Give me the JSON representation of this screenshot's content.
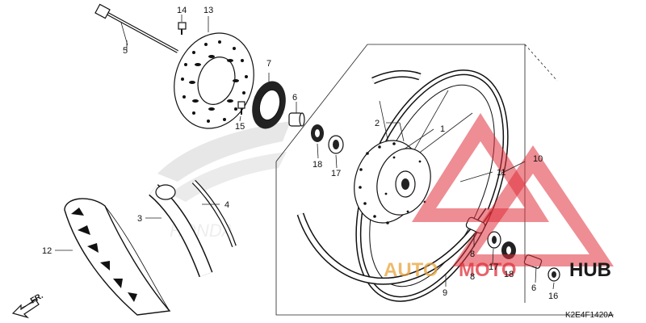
{
  "diagram": {
    "code": "K2E4F1420A",
    "direction": "FR.",
    "watermark_text": "HONDA",
    "brand": {
      "auto": "AUTO",
      "moto": "MOTO",
      "hub": "HUB",
      "accent": "#e0303a",
      "hub_color": "#1a1a1a"
    },
    "callouts": {
      "c1": "1",
      "c2": "2",
      "c3": "3",
      "c4": "4",
      "c5": "5",
      "c6a": "6",
      "c6b": "6",
      "c7": "7",
      "c8a": "8",
      "c8b": "8",
      "c9": "9",
      "c10": "10",
      "c11": "11",
      "c12": "12",
      "c13": "13",
      "c14": "14",
      "c15": "15",
      "c16": "16",
      "c17a": "17",
      "c17b": "17",
      "c18a": "18",
      "c18b": "18"
    }
  }
}
